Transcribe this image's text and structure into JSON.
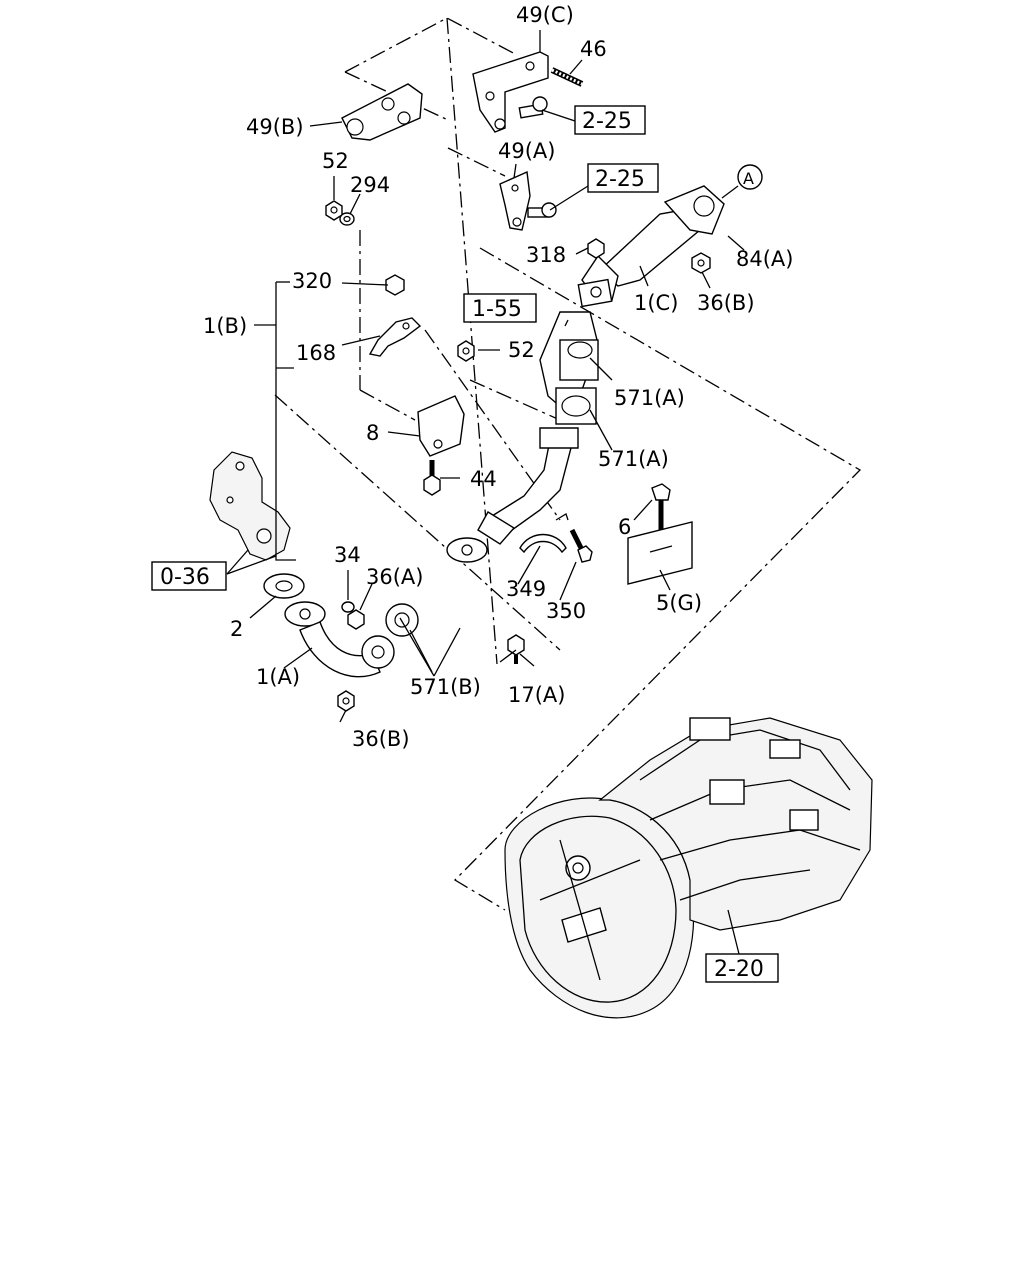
{
  "callouts": {
    "c49C": "49(C)",
    "c46": "46",
    "c49B": "49(B)",
    "c52a": "52",
    "c294": "294",
    "c49A": "49(A)",
    "c318": "318",
    "c84A": "84(A)",
    "c1C": "1(C)",
    "c36Ba": "36(B)",
    "c320": "320",
    "c1B": "1(B)",
    "c168": "168",
    "c52b": "52",
    "c571Aa": "571(A)",
    "c571Ab": "571(A)",
    "c8": "8",
    "c44": "44",
    "c6": "6",
    "c5G": "5(G)",
    "c34": "34",
    "c36A": "36(A)",
    "c2": "2",
    "c1A": "1(A)",
    "c571B": "571(B)",
    "c349": "349",
    "c350": "350",
    "c17A": "17(A)",
    "c36Bb": "36(B)",
    "circleA": "A"
  },
  "references": {
    "r225a": "2-25",
    "r225b": "2-25",
    "r155": "1-55",
    "r036": "0-36",
    "r220": "2-20"
  }
}
